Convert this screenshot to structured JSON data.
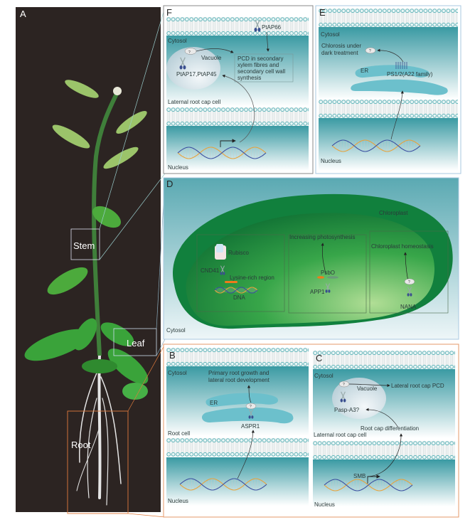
{
  "panel_letters": {
    "a": "A",
    "b": "B",
    "c": "C",
    "d": "D",
    "e": "E",
    "f": "F"
  },
  "panel_a": {
    "stem_label": "Stem",
    "leaf_label": "Leaf",
    "root_label": "Root"
  },
  "panel_f": {
    "cytosol": "Cytosol",
    "vacuole": "Vacuole",
    "protease_vacuole": "PtAP17,PtAP45",
    "protease_membrane": "PtAP66",
    "unknown": "?",
    "outcome": [
      "PCD in secondary",
      "xylem fibres and",
      "secondary cell wall",
      "synthesis"
    ],
    "cell": "Laternal root cap cell",
    "nucleus": "Nucleus"
  },
  "panel_e": {
    "cytosol": "Cytosol",
    "outcome": [
      "Chlorosis under",
      "dark treatment"
    ],
    "unknown": "?",
    "er": "ER",
    "protease": "PS1/2(A22 family)",
    "nucleus": "Nucleus"
  },
  "panel_d": {
    "chloroplast": "Chloroplast",
    "cytosol": "Cytosol",
    "rubisco": "Rubisco",
    "cnd41": "CND41",
    "lysine": "Lysine-rich region",
    "dna": "DNA",
    "photosynthesis": "Increasing photosynthesis",
    "psbo": "PsbO",
    "app1": "APP1",
    "homeostasis": "Chloroplast homeostasis",
    "nana": "NANA",
    "unknown": "?"
  },
  "panel_b": {
    "cytosol": "Cytosol",
    "outcome": [
      "Primary root growth and",
      "lateral root development"
    ],
    "er": "ER",
    "unknown": "?",
    "protease": "ASPR1",
    "cell": "Root cell",
    "nucleus": "Nucleus"
  },
  "panel_c": {
    "cytosol": "Cytosol",
    "unknown": "?",
    "vacuole": "Vacuole",
    "outcome": "Lateral root cap PCD",
    "protease": "Pasp-A3?",
    "differentiation": "Root cap differentiation",
    "cell": "Laternal root cap cell",
    "smb": "SMB",
    "nucleus": "Nucleus"
  },
  "colors": {
    "panel_a_bg": "#2c2422",
    "membrane": "#5fb3b8",
    "cytosol": "#3f9fa6",
    "chloroplast": "#1f8a3c",
    "box_orange": "#e59a6a",
    "dna_orange": "#e8a23a",
    "dna_blue": "#3b4fa0"
  }
}
